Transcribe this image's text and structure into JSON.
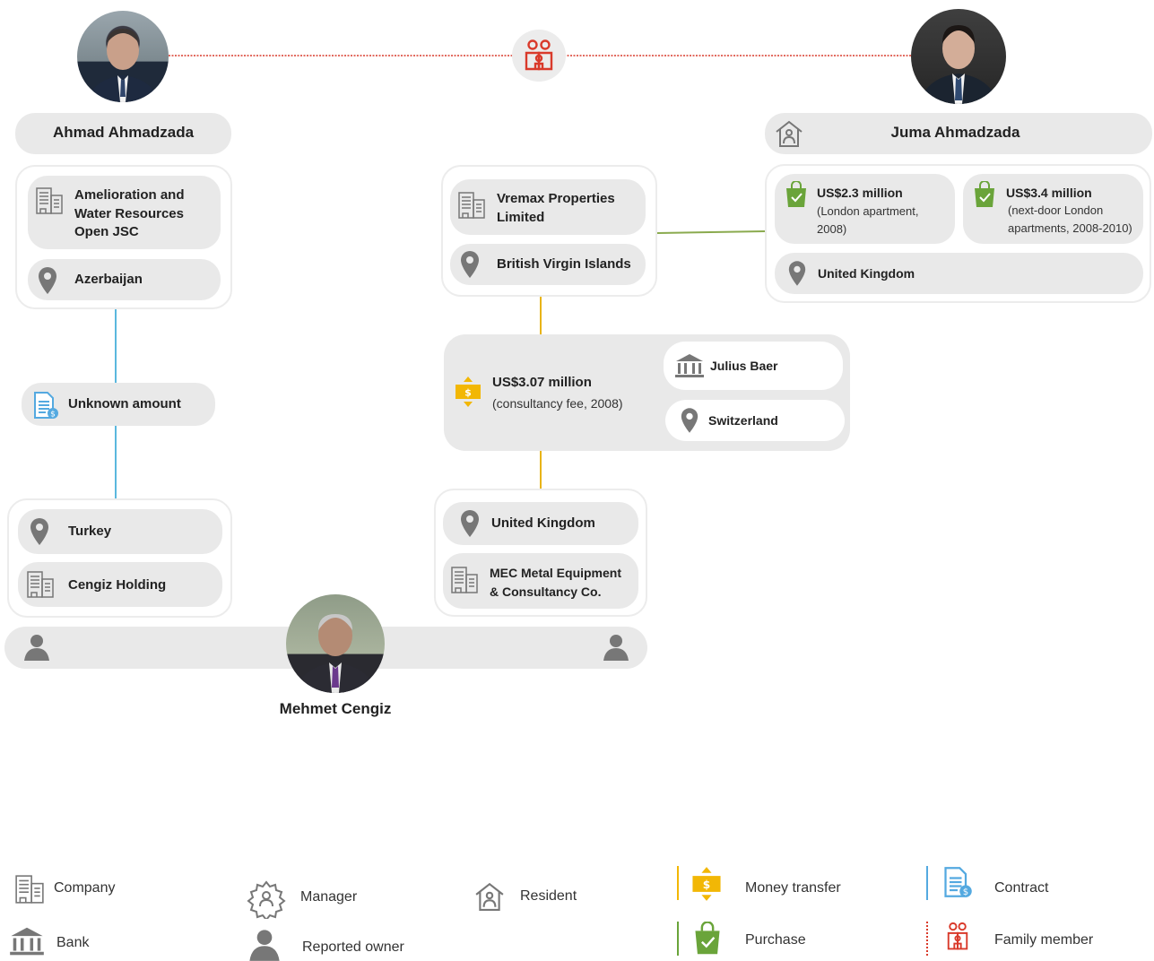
{
  "people": {
    "ahmad": {
      "name": "Ahmad Ahmadzada"
    },
    "juma": {
      "name": "Juma Ahmadzada"
    },
    "mehmet": {
      "name": "Mehmet Cengiz"
    }
  },
  "ahmad_company": {
    "name_line1": "Amelioration and",
    "name_line2": "Water Resources",
    "name_line3": "Open JSC",
    "country": "Azerbaijan"
  },
  "unknown": {
    "label": "Unknown amount"
  },
  "cengiz": {
    "country": "Turkey",
    "company": "Cengiz Holding"
  },
  "vremax": {
    "name_line1": "Vremax Properties",
    "name_line2": "Limited",
    "country": "British Virgin Islands"
  },
  "juma_assets": {
    "purchase1": {
      "amount": "US$2.3 million",
      "desc_line1": "(London apartment,",
      "desc_line2": "2008)"
    },
    "purchase2": {
      "amount": "US$3.4 million",
      "desc_line1": "(next-door London",
      "desc_line2": "apartments, 2008-2010)"
    },
    "country": "United Kingdom"
  },
  "transfer": {
    "amount": "US$3.07 million",
    "desc": "(consultancy fee, 2008)",
    "bank": "Julius Baer",
    "bank_country": "Switzerland"
  },
  "mec": {
    "country": "United Kingdom",
    "name_line1": "MEC Metal Equipment",
    "name_line2": "& Consultancy Co."
  },
  "legend": {
    "company": "Company",
    "bank": "Bank",
    "manager": "Manager",
    "reported_owner": "Reported owner",
    "resident": "Resident",
    "money_transfer": "Money transfer",
    "purchase": "Purchase",
    "contract": "Contract",
    "family_member": "Family member"
  },
  "colors": {
    "family_line": "#d93a2b",
    "green_line": "#8aaa4e",
    "yellow_line": "#e8b416",
    "blue_line": "#5bb8de",
    "pill": "#e9e9e9",
    "purchase_green": "#6aa43a",
    "transfer_yellow": "#f2b705",
    "contract_blue": "#54a9e0",
    "icon_grey": "#777777"
  }
}
